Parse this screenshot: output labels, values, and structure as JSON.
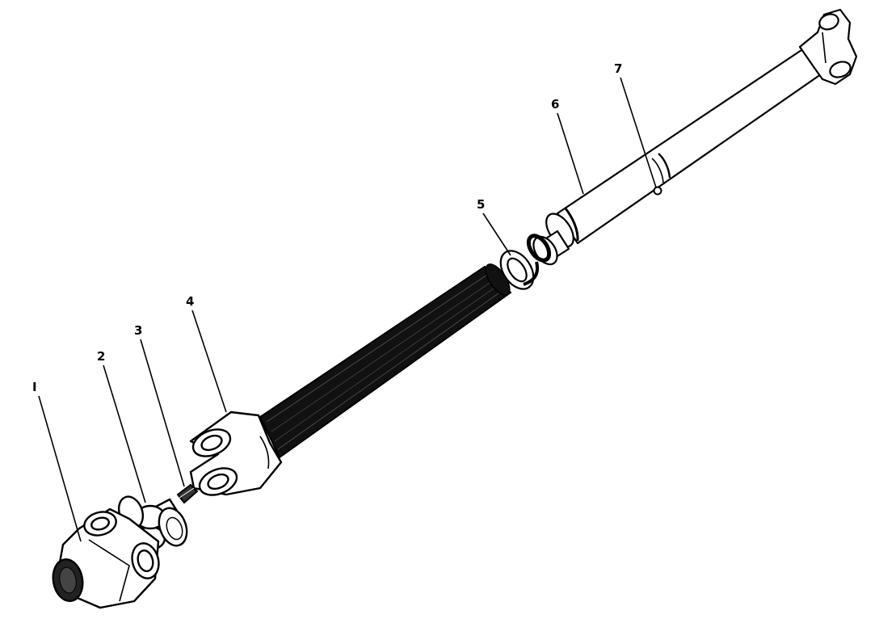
{
  "callouts": [
    {
      "id": "1",
      "label": "I"
    },
    {
      "id": "2",
      "label": "2"
    },
    {
      "id": "3",
      "label": "3"
    },
    {
      "id": "4",
      "label": "4"
    },
    {
      "id": "5",
      "label": "5"
    },
    {
      "id": "6",
      "label": "6"
    },
    {
      "id": "7",
      "label": "7"
    }
  ]
}
